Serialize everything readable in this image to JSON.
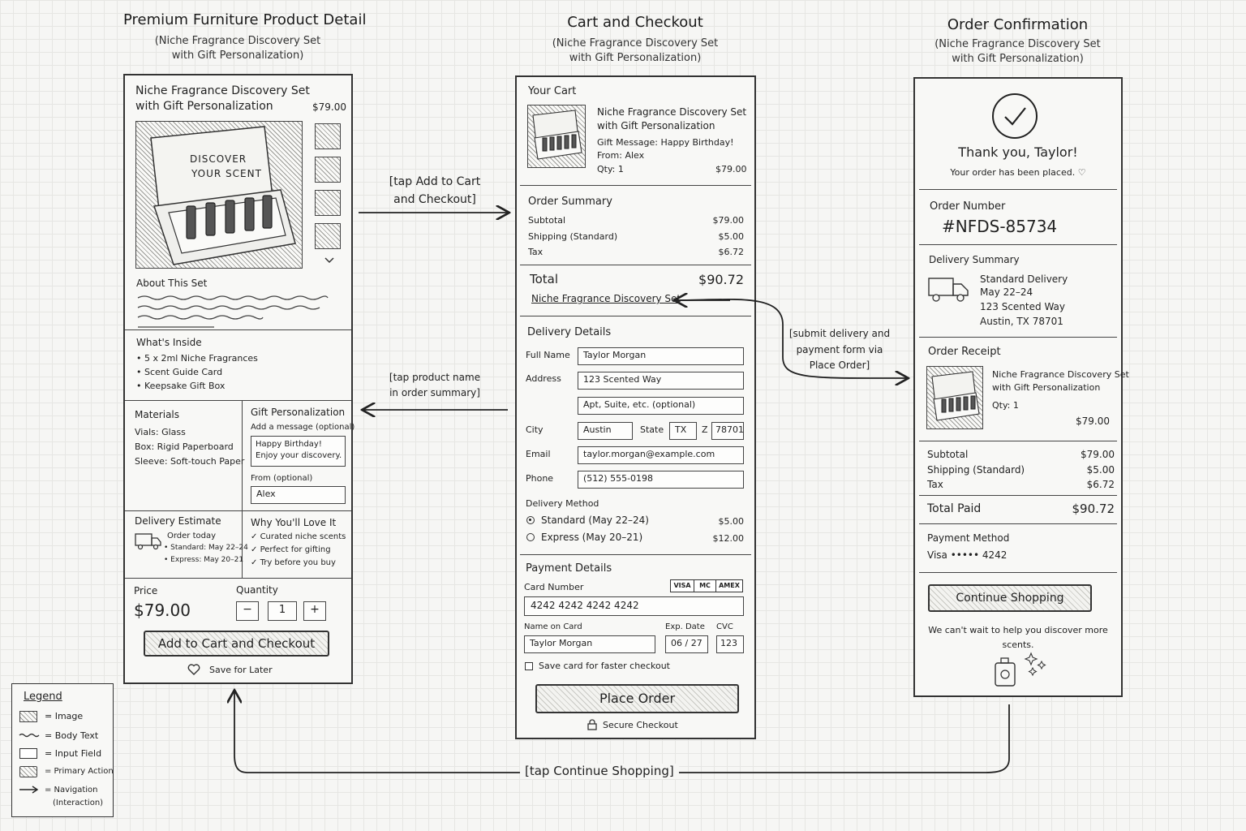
{
  "screens": {
    "product": {
      "title": "Premium Furniture Product Detail",
      "subtitle_line1": "(Niche Fragrance Discovery Set",
      "subtitle_line2": "with Gift Personalization)",
      "name_line1": "Niche Fragrance Discovery Set",
      "name_line2": "with Gift Personalization",
      "price_top": "$79.00",
      "image_text_line1": "DISCOVER",
      "image_text_line2": "YOUR SCENT",
      "about_heading": "About This Set",
      "whats_inside_heading": "What's Inside",
      "whats_inside_items": [
        "5 x 2ml Niche Fragrances",
        "Scent Guide Card",
        "Keepsake Gift Box"
      ],
      "materials_heading": "Materials",
      "materials_items": [
        "Vials: Glass",
        "Box: Rigid Paperboard",
        "Sleeve: Soft-touch Paper"
      ],
      "gift_heading": "Gift Personalization",
      "gift_message_label": "Add a message (optional)",
      "gift_message_line1": "Happy Birthday!",
      "gift_message_line2": "Enjoy your discovery.",
      "gift_from_label": "From (optional)",
      "gift_from_value": "Alex",
      "delivery_heading": "Delivery Estimate",
      "delivery_order_today": "Order today",
      "delivery_standard": "• Standard: May 22–24",
      "delivery_express": "• Express: May 20–21",
      "why_heading": "Why You'll Love It",
      "why_items": [
        "Curated niche scents",
        "Perfect for gifting",
        "Try before you buy"
      ],
      "price_label": "Price",
      "price_value": "$79.00",
      "quantity_label": "Quantity",
      "quantity_value": "1",
      "minus": "−",
      "plus": "+",
      "add_button": "Add to Cart and Checkout",
      "save_later": "Save for Later"
    },
    "checkout": {
      "title": "Cart and Checkout",
      "subtitle_line1": "(Niche Fragrance Discovery Set",
      "subtitle_line2": "with Gift Personalization)",
      "cart_heading": "Your Cart",
      "item_line1": "Niche Fragrance Discovery Set",
      "item_line2": "with Gift Personalization",
      "gift_message": "Gift Message: Happy Birthday!",
      "from": "From: Alex",
      "qty": "Qty: 1",
      "item_price": "$79.00",
      "summary_heading": "Order Summary",
      "summary_rows": [
        {
          "label": "Subtotal",
          "value": "$79.00"
        },
        {
          "label": "Shipping (Standard)",
          "value": "$5.00"
        },
        {
          "label": "Tax",
          "value": "$6.72"
        }
      ],
      "total_label": "Total",
      "total_value": "$90.72",
      "product_link": "Niche Fragrance Discovery Set",
      "delivery_heading": "Delivery Details",
      "full_name_label": "Full Name",
      "full_name": "Taylor Morgan",
      "address_label": "Address",
      "address1": "123 Scented Way",
      "address2_placeholder": "Apt, Suite, etc. (optional)",
      "city_label": "City",
      "city": "Austin",
      "state_label": "State",
      "state": "TX",
      "zip_label": "Z",
      "zip": "78701",
      "email_label": "Email",
      "email": "taylor.morgan@example.com",
      "phone_label": "Phone",
      "phone": "(512) 555-0198",
      "method_heading": "Delivery Method",
      "method_standard": "Standard (May 22–24)",
      "method_standard_price": "$5.00",
      "method_express": "Express (May 20–21)",
      "method_express_price": "$12.00",
      "payment_heading": "Payment Details",
      "card_number_label": "Card Number",
      "card_logos": [
        "VISA",
        "MC",
        "AMEX"
      ],
      "card_number": "4242 4242 4242 4242",
      "name_on_card_label": "Name on Card",
      "name_on_card": "Taylor Morgan",
      "exp_label": "Exp. Date",
      "exp": "06 / 27",
      "cvc_label": "CVC",
      "cvc": "123",
      "save_card": "Save card for faster checkout",
      "place_order": "Place Order",
      "secure": "Secure Checkout"
    },
    "confirmation": {
      "title": "Order Confirmation",
      "subtitle_line1": "(Niche Fragrance Discovery Set",
      "subtitle_line2": "with Gift Personalization)",
      "thank_you": "Thank you, Taylor!",
      "placed": "Your order has been placed. ♡",
      "order_number_label": "Order Number",
      "order_number": "#NFDS-85734",
      "delivery_heading": "Delivery Summary",
      "delivery_lines": [
        "Standard Delivery",
        "May 22–24",
        "123 Scented Way",
        "Austin, TX 78701"
      ],
      "receipt_heading": "Order Receipt",
      "item_line1": "Niche Fragrance Discovery Set",
      "item_line2": "with Gift Personalization",
      "qty": "Qty: 1",
      "item_price": "$79.00",
      "rows": [
        {
          "label": "Subtotal",
          "value": "$79.00"
        },
        {
          "label": "Shipping (Standard)",
          "value": "$5.00"
        },
        {
          "label": "Tax",
          "value": "$6.72"
        }
      ],
      "total_paid_label": "Total Paid",
      "total_paid": "$90.72",
      "payment_heading": "Payment Method",
      "payment_value": "Visa ••••• 4242",
      "continue_button": "Continue Shopping",
      "closing_line1": "We can't wait to help you discover more",
      "closing_line2": "scents."
    }
  },
  "arrows": {
    "add_to_cart": [
      "[tap Add to Cart",
      "and Checkout]"
    ],
    "tap_product": [
      "[tap product name",
      "in order summary]"
    ],
    "submit": [
      "[submit delivery and",
      "payment form via",
      "Place Order]"
    ],
    "continue": "[tap Continue Shopping]"
  },
  "legend": {
    "title": "Legend",
    "items": [
      "= Image",
      "= Body Text",
      "= Input Field",
      "= Primary Action",
      "= Navigation",
      "(Interaction)"
    ]
  }
}
